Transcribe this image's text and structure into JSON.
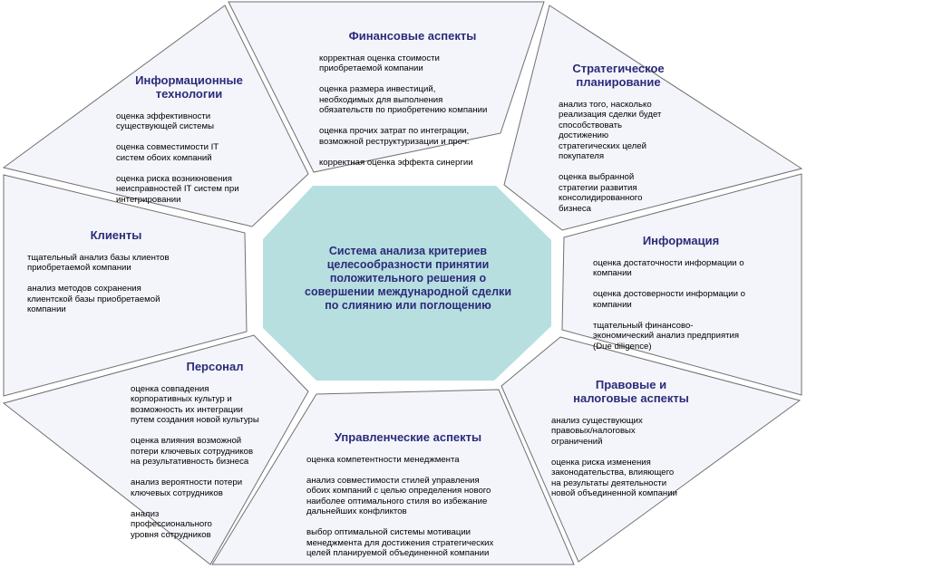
{
  "colors": {
    "segment_fill": "#f4f5fb",
    "segment_stroke": "#707070",
    "center_fill": "#b7dfe0",
    "title_color": "#2b2b7a"
  },
  "center": {
    "text": "Система анализа критериев\nцелесообразности принятии\nположительного решения о\nсовершении международной сделки\nпо слиянию или поглощению"
  },
  "segments": {
    "financial": {
      "title": "Финансовые аспекты",
      "items": [
        "корректная оценка стоимости\nприобретаемой компании",
        "оценка размера инвестиций,\nнеобходимых для выполнения\nобязательств по приобретению компании",
        "оценка прочих затрат по интеграции,\nвозможной реструктуризации и проч.",
        "корректная оценка эффекта синергии"
      ]
    },
    "strategic": {
      "title": "Стратегическое\nпланирование",
      "items": [
        "анализ того, насколько\nреализация сделки будет\nспособствовать\nдостижению\nстратегических целей\nпокупателя",
        "оценка выбранной\nстратегии развития\nконсолидированного\nбизнеса"
      ]
    },
    "information": {
      "title": "Информация",
      "items": [
        "оценка достаточности информации о\nкомпании",
        "оценка достоверности информации о\nкомпании",
        "тщательный финансово-\nэкономический анализ предприятия\n(Due diligence)"
      ]
    },
    "legal": {
      "title": "Правовые и\nналоговые аспекты",
      "items": [
        "анализ существующих\nправовых/налоговых\nограничений",
        "оценка риска изменения\nзаконодательства, влияющего\nна результаты деятельности\nновой объединенной компании"
      ]
    },
    "management": {
      "title": "Управленческие аспекты",
      "items": [
        "оценка компетентности менеджмента",
        "анализ совместимости стилей управления\nобоих компаний с целью определения нового\nнаиболее оптимального стиля во избежание\nдальнейших конфликтов",
        "выбор оптимальной системы мотивации\nменеджмента для достижения стратегических\nцелей планируемой объединенной компании"
      ]
    },
    "personnel": {
      "title": "Персонал",
      "items": [
        "оценка совпадения\nкорпоративных культур и\nвозможность их интеграции\nпутем создания новой культуры",
        "оценка влияния возможной\nпотери ключевых сотрудников\nна результативность бизнеса",
        "анализ вероятности потери\nключевых сотрудников",
        "анализ\n профессионального\n уровня сотрудников"
      ]
    },
    "clients": {
      "title": "Клиенты",
      "items": [
        "тщательный анализ базы клиентов\nприобретаемой компании",
        "анализ методов сохранения\nклиентской базы приобретаемой\nкомпании"
      ]
    },
    "it": {
      "title": "Информационные\nтехнологии",
      "items": [
        "оценка эффективности\nсуществующей системы",
        "оценка совместимости IT\nсистем обоих компаний",
        "оценка риска возникновения\nнеисправностей IT систем при\nинтегрировании"
      ]
    }
  }
}
